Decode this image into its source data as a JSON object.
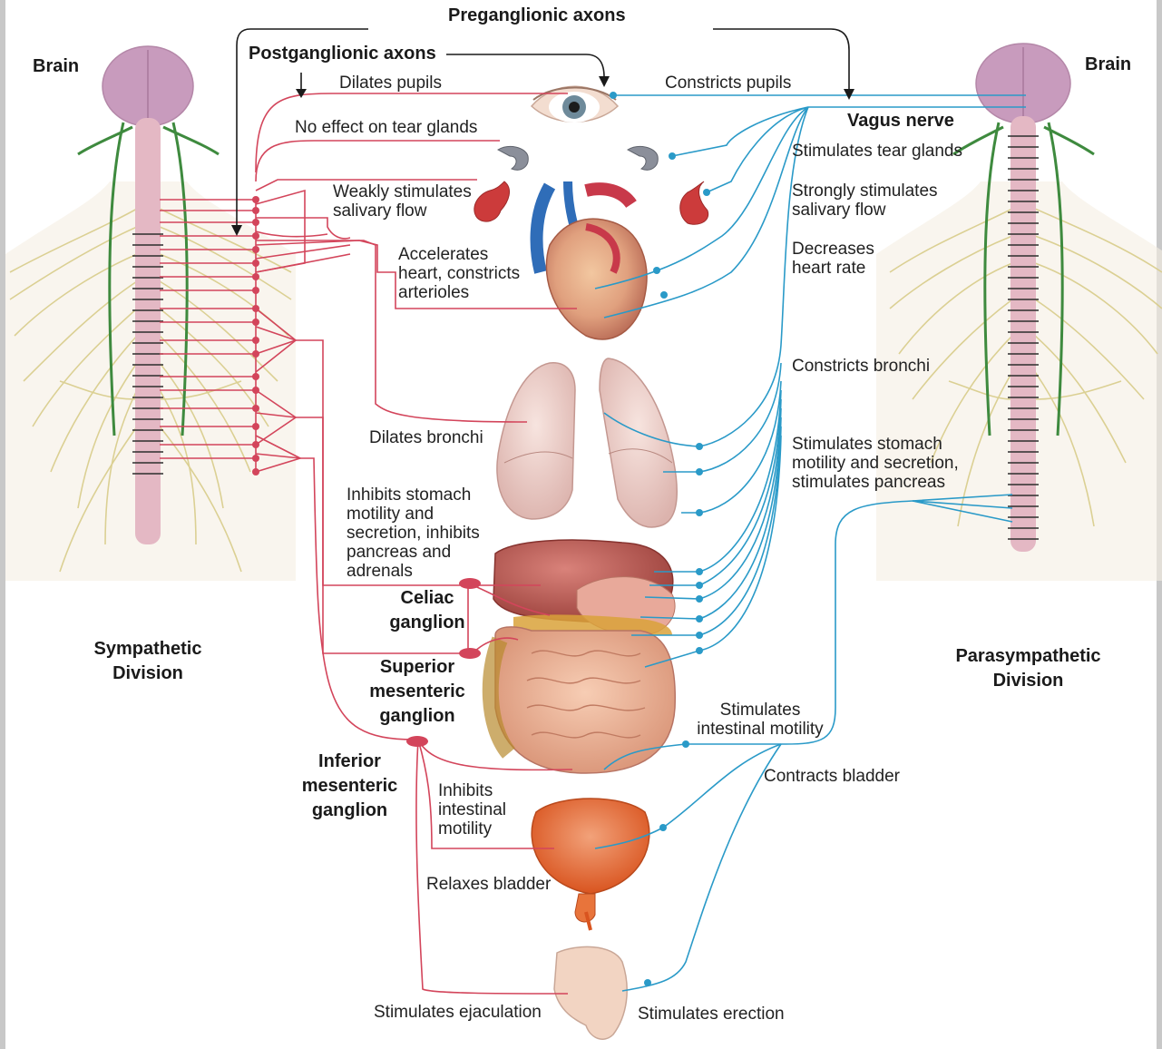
{
  "left": {
    "brain": "Brain",
    "division": "Sympathetic\nDivision"
  },
  "right": {
    "brain": "Brain",
    "division": "Parasympathetic\nDivision",
    "vagus": "Vagus nerve"
  },
  "top": {
    "preganglionic": "Preganglionic axons",
    "postganglionic": "Postganglionic axons"
  },
  "ganglia": {
    "celiac": "Celiac\nganglion",
    "superior": "Superior\nmesenteric\nganglion",
    "inferior": "Inferior\nmesenteric\nganglion"
  },
  "sympathetic_effects": {
    "pupils": "Dilates pupils",
    "tear": "No effect on tear glands",
    "salivary": "Weakly stimulates\nsalivary flow",
    "heart": "Accelerates\nheart, constricts\narterioles",
    "bronchi": "Dilates bronchi",
    "stomach": "Inhibits stomach\nmotility and\nsecretion, inhibits\npancreas and\nadrenals",
    "intestine": "Inhibits\nintestinal\nmotility",
    "bladder": "Relaxes bladder",
    "genital": "Stimulates ejaculation"
  },
  "parasympathetic_effects": {
    "pupils": "Constricts pupils",
    "tear": "Stimulates tear glands",
    "salivary": "Strongly stimulates\nsalivary flow",
    "heart": "Decreases\nheart rate",
    "bronchi": "Constricts bronchi",
    "stomach": "Stimulates stomach\nmotility and secretion,\nstimulates pancreas",
    "intestine": "Stimulates\nintestinal motility",
    "bladder": "Contracts bladder",
    "genital": "Stimulates erection"
  },
  "colors": {
    "sympathetic": "#d3455b",
    "parasympathetic": "#2a9ac8",
    "spinal_cord": "#e4b8c4",
    "brain": "#c89bbd",
    "nerves": "#d8cc8a",
    "chain": "#3e8a3e"
  }
}
